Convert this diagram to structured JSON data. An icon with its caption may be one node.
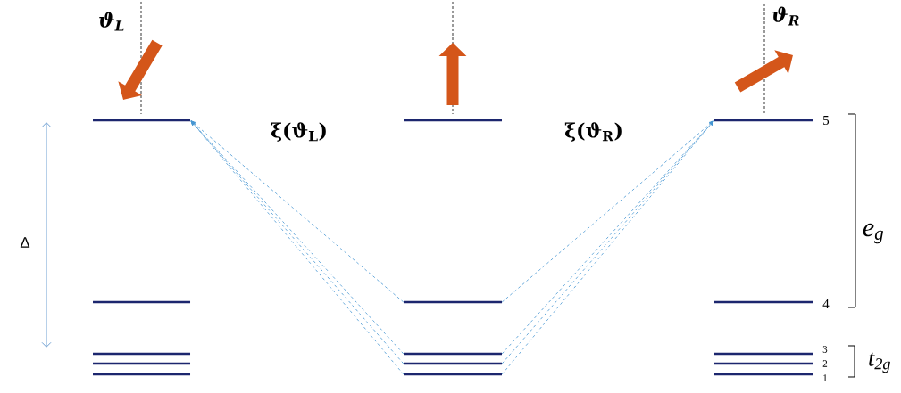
{
  "diagram": {
    "nodes": [
      {
        "text": [],
        "shape": "bar"
      },
      {
        "text": [],
        "shape": "bar"
      },
      {
        "text": [],
        "shape": "bar",
        "beside": [
          "5"
        ]
      },
      {
        "text": [],
        "shape": "bar"
      },
      {
        "text": [],
        "shape": "bar"
      },
      {
        "text": [],
        "shape": "bar",
        "beside": [
          "4"
        ]
      },
      {
        "text": [],
        "shape": "bar"
      },
      {
        "text": [],
        "shape": "bar"
      },
      {
        "text": [],
        "shape": "bar",
        "beside": [
          "3"
        ]
      },
      {
        "text": [],
        "shape": "bar"
      },
      {
        "text": [],
        "shape": "bar"
      },
      {
        "text": [],
        "shape": "bar",
        "beside": [
          "2"
        ]
      },
      {
        "text": [],
        "shape": "bar"
      },
      {
        "text": [],
        "shape": "bar"
      },
      {
        "text": [],
        "shape": "bar",
        "beside": [
          "1"
        ]
      }
    ],
    "edges": [
      {
        "from": 4,
        "to": 0,
        "arrow": "to",
        "style": "dashed"
      },
      {
        "from": 7,
        "to": 0,
        "arrow": "to",
        "style": "dashed"
      },
      {
        "from": 10,
        "to": 0,
        "arrow": "to",
        "style": "dashed"
      },
      {
        "from": 13,
        "to": 0,
        "arrow": "to",
        "style": "dashed"
      },
      {
        "from": 4,
        "to": 2,
        "arrow": "to",
        "style": "dashed"
      },
      {
        "from": 7,
        "to": 2,
        "arrow": "to",
        "style": "dashed"
      },
      {
        "from": 10,
        "to": 2,
        "arrow": "to",
        "style": "dashed"
      },
      {
        "from": 13,
        "to": 2,
        "arrow": "to",
        "style": "dashed"
      }
    ],
    "labels": [
      "ϑ$_{L}$",
      "ϑ$_{R}$",
      "ξ(ϑ$_{L}$)",
      "ξ(ϑ$_{R}$)",
      "Δ",
      "e$_{g}$",
      "t$_{2g}$"
    ]
  }
}
